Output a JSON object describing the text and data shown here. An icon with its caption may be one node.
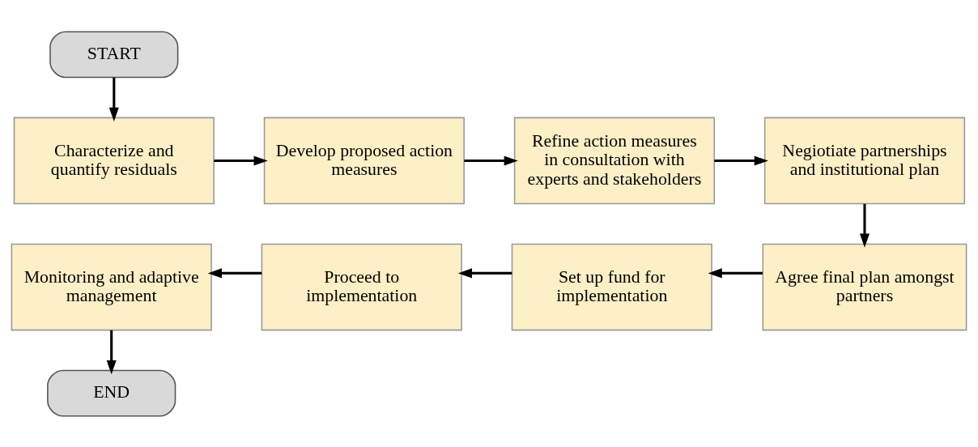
{
  "diagram": {
    "nodes": [
      {
        "text": [
          "START"
        ]
      },
      {
        "text": [
          "Characterize and quantify residuals"
        ]
      },
      {
        "text": [
          "Develop proposed action measures"
        ]
      },
      {
        "text": [
          "Refine action measures in consultation with experts and stakeholders"
        ]
      },
      {
        "text": [
          "Negiotiate partnerships and institutional plan"
        ]
      },
      {
        "text": [
          "Agree final plan amongst partners"
        ]
      },
      {
        "text": [
          "Set up fund for implementation"
        ]
      },
      {
        "text": [
          "Proceed to implementation"
        ]
      },
      {
        "text": [
          "Monitoring and adaptive management"
        ]
      },
      {
        "text": [
          "END"
        ]
      }
    ],
    "edges": [
      {
        "from": 0,
        "to": 1,
        "arrow": "to"
      },
      {
        "from": 1,
        "to": 2,
        "arrow": "to"
      },
      {
        "from": 2,
        "to": 3,
        "arrow": "to"
      },
      {
        "from": 3,
        "to": 4,
        "arrow": "to"
      },
      {
        "from": 4,
        "to": 5,
        "arrow": "to"
      },
      {
        "from": 5,
        "to": 6,
        "arrow": "to"
      },
      {
        "from": 6,
        "to": 7,
        "arrow": "to"
      },
      {
        "from": 7,
        "to": 8,
        "arrow": "to"
      },
      {
        "from": 8,
        "to": 9,
        "arrow": "to"
      }
    ]
  }
}
